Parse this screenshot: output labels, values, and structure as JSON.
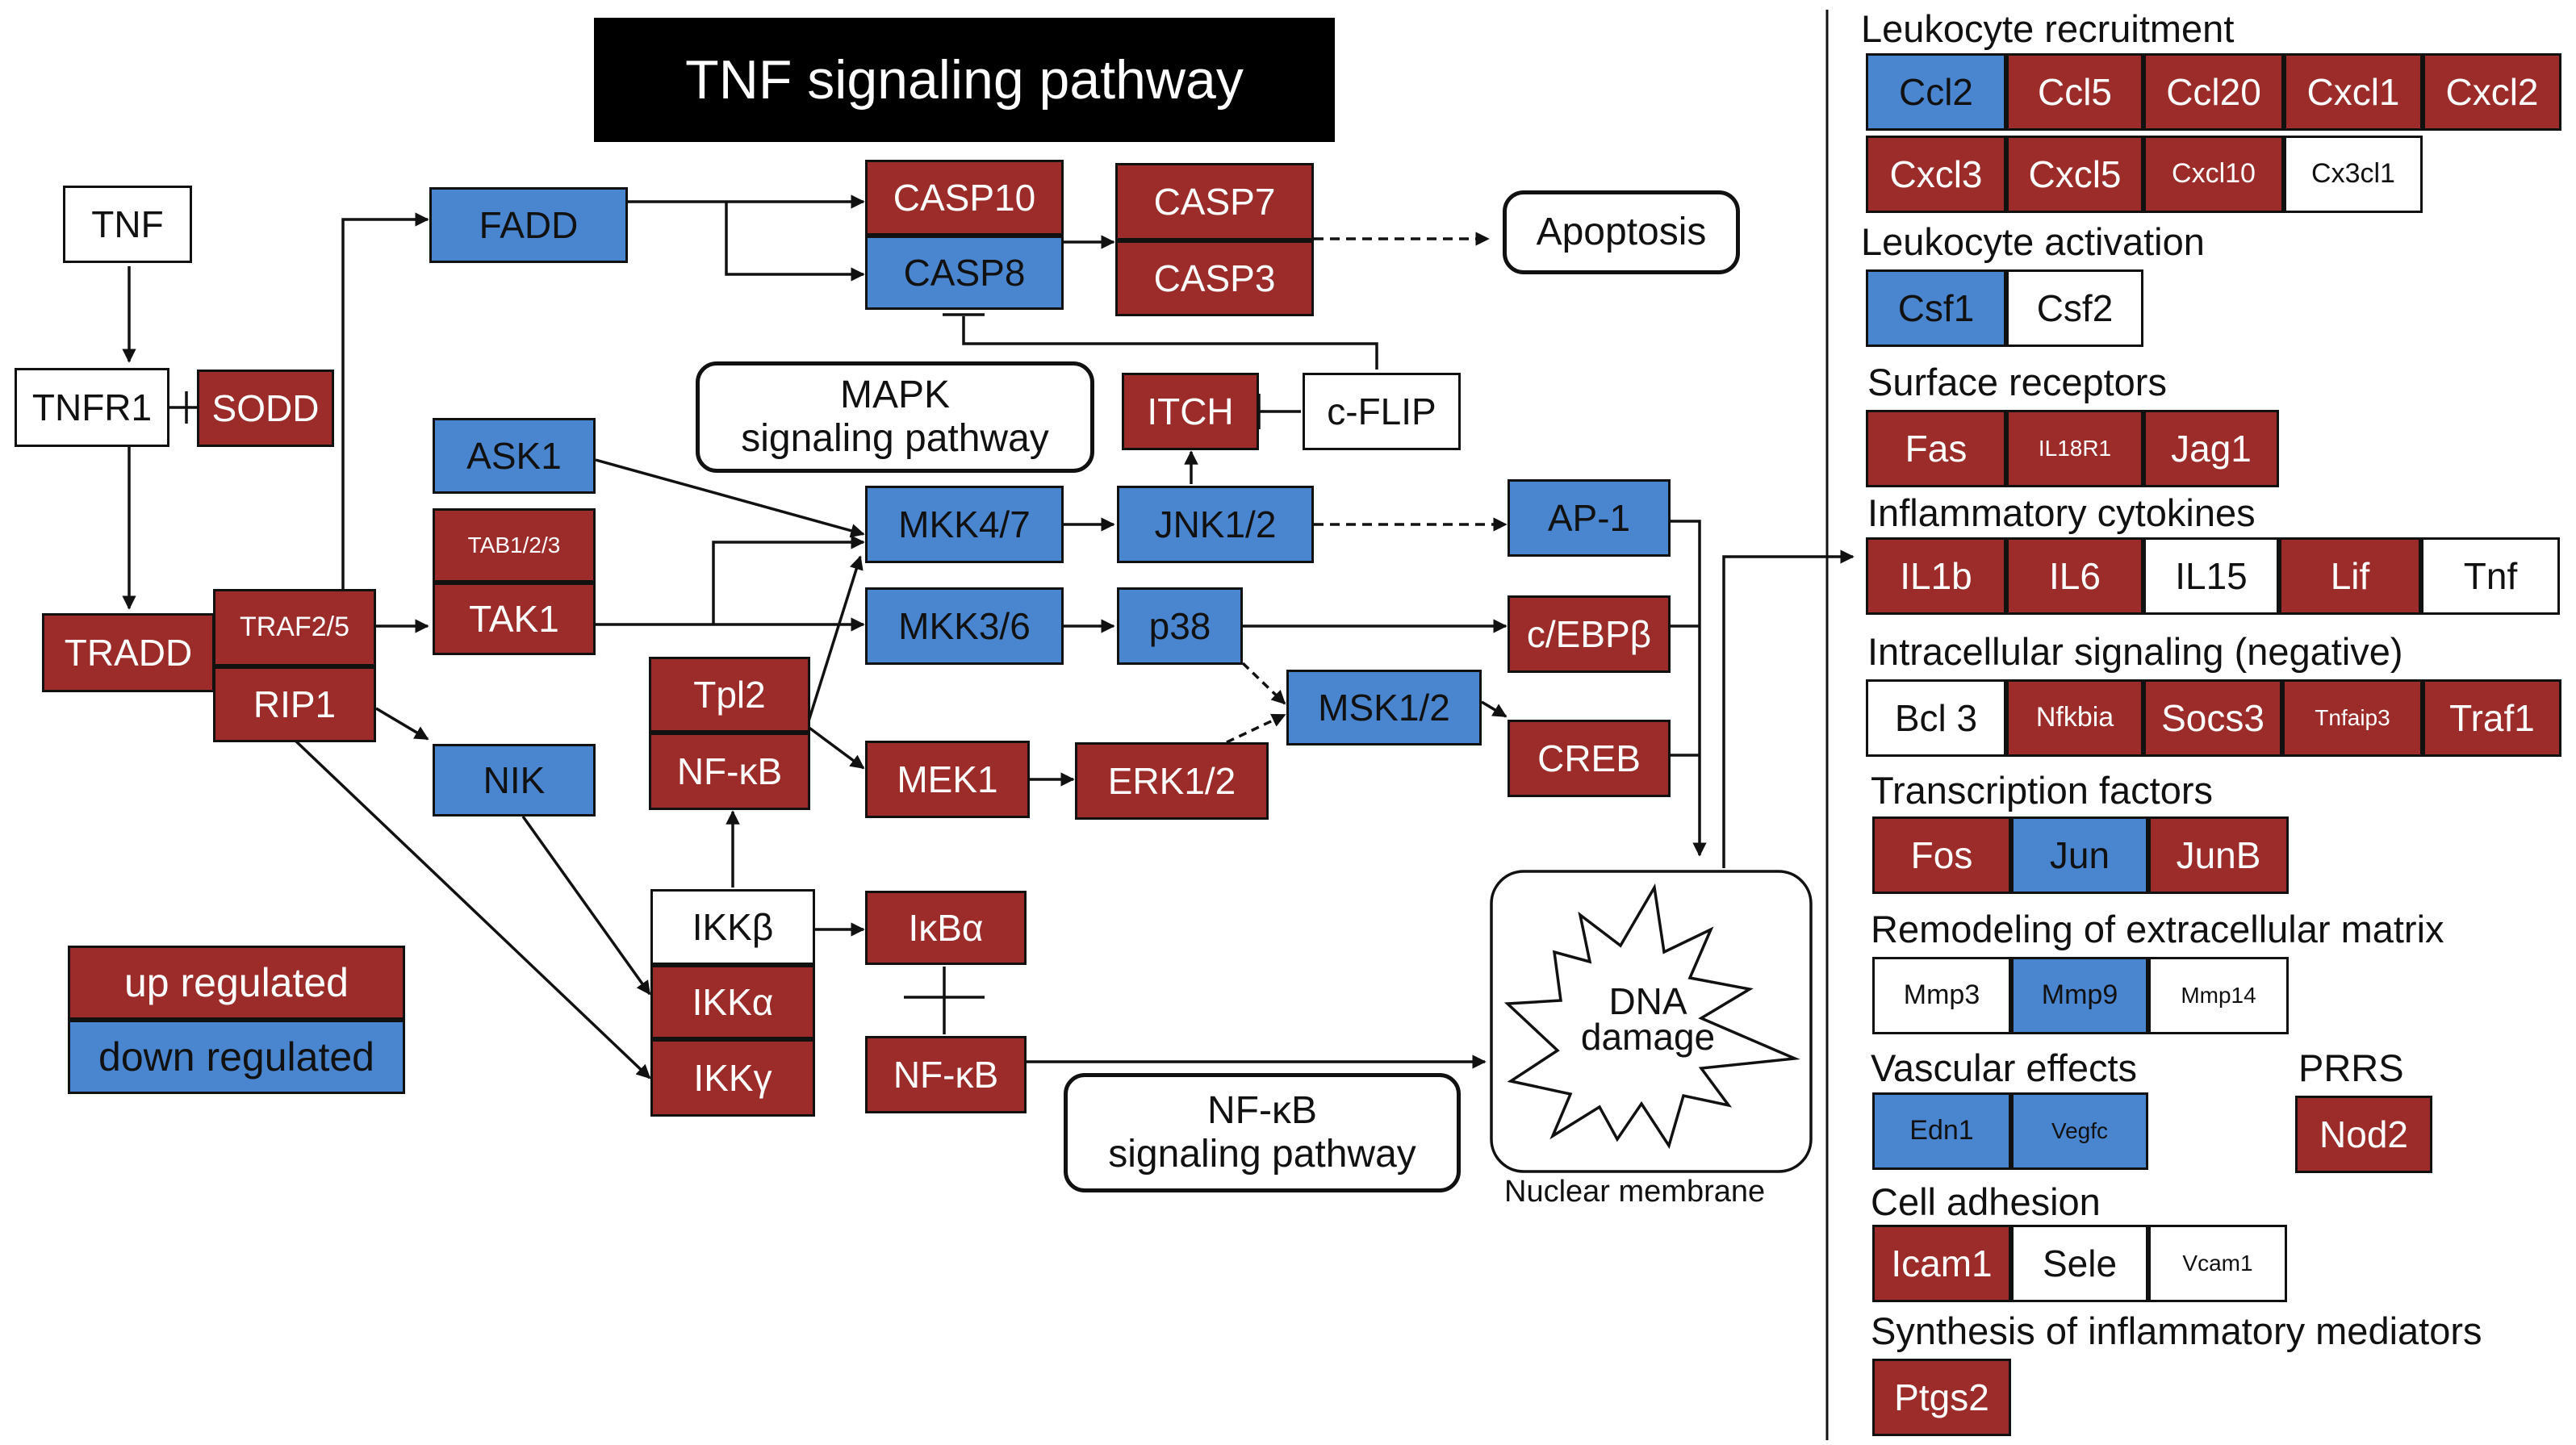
{
  "title": "TNF signaling pathway",
  "colors": {
    "up": "#9b2c2a",
    "down": "#4a86d0",
    "none": "#ffffff",
    "line": "#111111"
  },
  "legend": {
    "up": "up regulated",
    "down": "down regulated"
  },
  "nodes": {
    "tnf": {
      "label": "TNF",
      "status": "none"
    },
    "tnfr1": {
      "label": "TNFR1",
      "status": "none"
    },
    "sodd": {
      "label": "SODD",
      "status": "up"
    },
    "tradd": {
      "label": "TRADD",
      "status": "up"
    },
    "traf25": {
      "label": "TRAF2/5",
      "status": "up"
    },
    "rip1": {
      "label": "RIP1",
      "status": "up"
    },
    "fadd": {
      "label": "FADD",
      "status": "down"
    },
    "casp10": {
      "label": "CASP10",
      "status": "up"
    },
    "casp8": {
      "label": "CASP8",
      "status": "down"
    },
    "casp7": {
      "label": "CASP7",
      "status": "up"
    },
    "casp3": {
      "label": "CASP3",
      "status": "up"
    },
    "itch": {
      "label": "ITCH",
      "status": "up"
    },
    "cflip": {
      "label": "c-FLIP",
      "status": "none"
    },
    "ask1": {
      "label": "ASK1",
      "status": "down"
    },
    "tab123": {
      "label": "TAB1/2/3",
      "status": "up"
    },
    "tak1": {
      "label": "TAK1",
      "status": "up"
    },
    "mkk47": {
      "label": "MKK4/7",
      "status": "down"
    },
    "jnk12": {
      "label": "JNK1/2",
      "status": "down"
    },
    "ap1": {
      "label": "AP-1",
      "status": "down"
    },
    "mkk36": {
      "label": "MKK3/6",
      "status": "down"
    },
    "p38": {
      "label": "p38",
      "status": "down"
    },
    "cebpb": {
      "label": "c/EBPβ",
      "status": "up"
    },
    "msk12": {
      "label": "MSK1/2",
      "status": "down"
    },
    "creb": {
      "label": "CREB",
      "status": "up"
    },
    "tpl2": {
      "label": "Tpl2",
      "status": "up"
    },
    "nfkb1": {
      "label": "NF-κB",
      "status": "up"
    },
    "mek1": {
      "label": "MEK1",
      "status": "up"
    },
    "erk12": {
      "label": "ERK1/2",
      "status": "up"
    },
    "nik": {
      "label": "NIK",
      "status": "down"
    },
    "ikkb": {
      "label": "IKKβ",
      "status": "none"
    },
    "ikka": {
      "label": "IKKα",
      "status": "up"
    },
    "ikkg": {
      "label": "IKKγ",
      "status": "up"
    },
    "ikba": {
      "label": "IκBα",
      "status": "up"
    },
    "nfkb2": {
      "label": "NF-κB",
      "status": "up"
    }
  },
  "pathways": {
    "apoptosis": {
      "label": "Apoptosis"
    },
    "mapk": {
      "line1": "MAPK",
      "line2": "signaling pathway"
    },
    "nfkb": {
      "line1": "NF-κB",
      "line2": "signaling pathway"
    }
  },
  "dna": {
    "line1": "DNA",
    "line2": "damage",
    "caption": "Nuclear membrane"
  },
  "categories": [
    {
      "title": "Leukocyte recruitment",
      "genes": [
        {
          "label": "Ccl2",
          "status": "down"
        },
        {
          "label": "Ccl5",
          "status": "up"
        },
        {
          "label": "Ccl20",
          "status": "up"
        },
        {
          "label": "Cxcl1",
          "status": "up"
        },
        {
          "label": "Cxcl2",
          "status": "up"
        },
        {
          "label": "Cxcl3",
          "status": "up"
        },
        {
          "label": "Cxcl5",
          "status": "up"
        },
        {
          "label": "Cxcl10",
          "status": "up"
        },
        {
          "label": "Cx3cl1",
          "status": "none"
        }
      ]
    },
    {
      "title": "Leukocyte activation",
      "genes": [
        {
          "label": "Csf1",
          "status": "down"
        },
        {
          "label": "Csf2",
          "status": "none"
        }
      ]
    },
    {
      "title": "Surface receptors",
      "genes": [
        {
          "label": "Fas",
          "status": "up"
        },
        {
          "label": "IL18R1",
          "status": "up"
        },
        {
          "label": "Jag1",
          "status": "up"
        }
      ]
    },
    {
      "title": "Inflammatory cytokines",
      "genes": [
        {
          "label": "IL1b",
          "status": "up"
        },
        {
          "label": "IL6",
          "status": "up"
        },
        {
          "label": "IL15",
          "status": "none"
        },
        {
          "label": "Lif",
          "status": "up"
        },
        {
          "label": "Tnf",
          "status": "none"
        }
      ]
    },
    {
      "title": "Intracellular signaling (negative)",
      "genes": [
        {
          "label": "Bcl 3",
          "status": "none"
        },
        {
          "label": "Nfkbia",
          "status": "up"
        },
        {
          "label": "Socs3",
          "status": "up"
        },
        {
          "label": "Tnfaip3",
          "status": "up"
        },
        {
          "label": "Traf1",
          "status": "up"
        }
      ]
    },
    {
      "title": "Transcription factors",
      "genes": [
        {
          "label": "Fos",
          "status": "up"
        },
        {
          "label": "Jun",
          "status": "down"
        },
        {
          "label": "JunB",
          "status": "up"
        }
      ]
    },
    {
      "title": "Remodeling of extracellular matrix",
      "genes": [
        {
          "label": "Mmp3",
          "status": "none"
        },
        {
          "label": "Mmp9",
          "status": "down"
        },
        {
          "label": "Mmp14",
          "status": "none"
        }
      ]
    },
    {
      "title": "Vascular effects",
      "genes": [
        {
          "label": "Edn1",
          "status": "down"
        },
        {
          "label": "Vegfc",
          "status": "down"
        }
      ]
    },
    {
      "title": "PRRS",
      "genes": [
        {
          "label": "Nod2",
          "status": "up"
        }
      ]
    },
    {
      "title": "Cell adhesion",
      "genes": [
        {
          "label": "Icam1",
          "status": "up"
        },
        {
          "label": "Sele",
          "status": "none"
        },
        {
          "label": "Vcam1",
          "status": "none"
        }
      ]
    },
    {
      "title": "Synthesis of inflammatory mediators",
      "genes": [
        {
          "label": "Ptgs2",
          "status": "up"
        }
      ]
    }
  ]
}
